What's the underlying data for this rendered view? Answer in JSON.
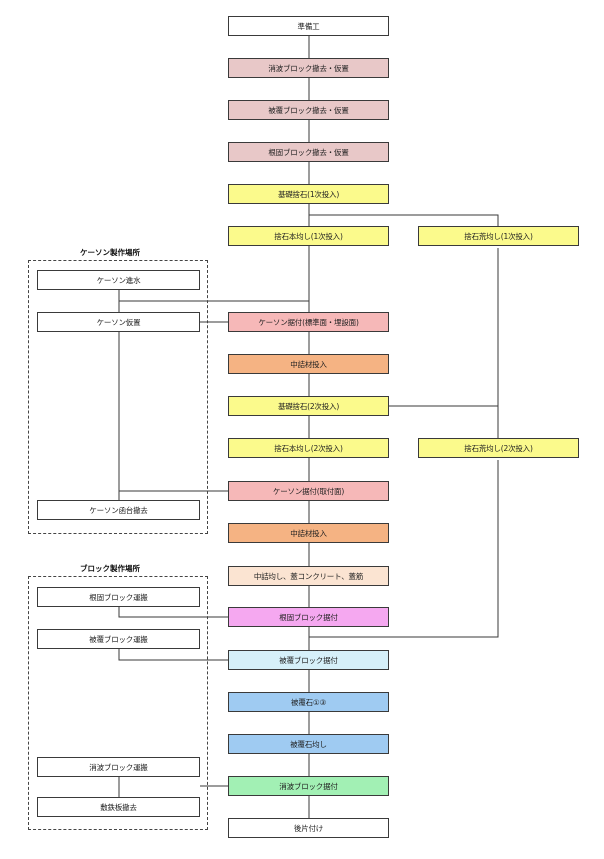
{
  "colors": {
    "white": "#ffffff",
    "pink": "#e8c8c8",
    "yellow": "#fbfa8c",
    "salmon": "#f6b8b8",
    "orange": "#f5b383",
    "beige": "#fbe4d2",
    "magenta": "#f5a8f0",
    "lightblue": "#d6f0f9",
    "blue": "#9fcbf2",
    "green": "#a2f0b4",
    "line": "#3a3a3a"
  },
  "main_flow": [
    {
      "label": "準備工"
    },
    {
      "label": "消波ブロック撤去・仮置"
    },
    {
      "label": "被覆ブロック撤去・仮置"
    },
    {
      "label": "根固ブロック撤去・仮置"
    },
    {
      "label": "基礎捨石(1次投入)"
    },
    {
      "label": "捨石本均し(1次投入)"
    },
    {
      "label": "ケーソン据付(標準面・埋設面)"
    },
    {
      "label": "中詰材投入"
    },
    {
      "label": "基礎捨石(2次投入)"
    },
    {
      "label": "捨石本均し(2次投入)"
    },
    {
      "label": "ケーソン据付(取付面)"
    },
    {
      "label": "中詰材投入"
    },
    {
      "label": "中詰均し、蓋コンクリート、蓋筋"
    },
    {
      "label": "根固ブロック据付"
    },
    {
      "label": "被覆ブロック据付"
    },
    {
      "label": "被覆石①③"
    },
    {
      "label": "被覆石均し"
    },
    {
      "label": "消波ブロック据付"
    },
    {
      "label": "後片付け"
    }
  ],
  "side_flow": [
    {
      "label": "捨石荒均し(1次投入)"
    },
    {
      "label": "捨石荒均し(2次投入)"
    }
  ],
  "groups": [
    {
      "title": "ケーソン製作場所",
      "items": [
        {
          "label": "ケーソン進水"
        },
        {
          "label": "ケーソン仮置"
        },
        {
          "label": "ケーソン函台撤去"
        }
      ]
    },
    {
      "title": "ブロック製作場所",
      "items": [
        {
          "label": "根固ブロック運搬"
        },
        {
          "label": "被覆ブロック運搬"
        },
        {
          "label": "消波ブロック運搬"
        },
        {
          "label": "敷鉄板撤去"
        }
      ]
    }
  ]
}
